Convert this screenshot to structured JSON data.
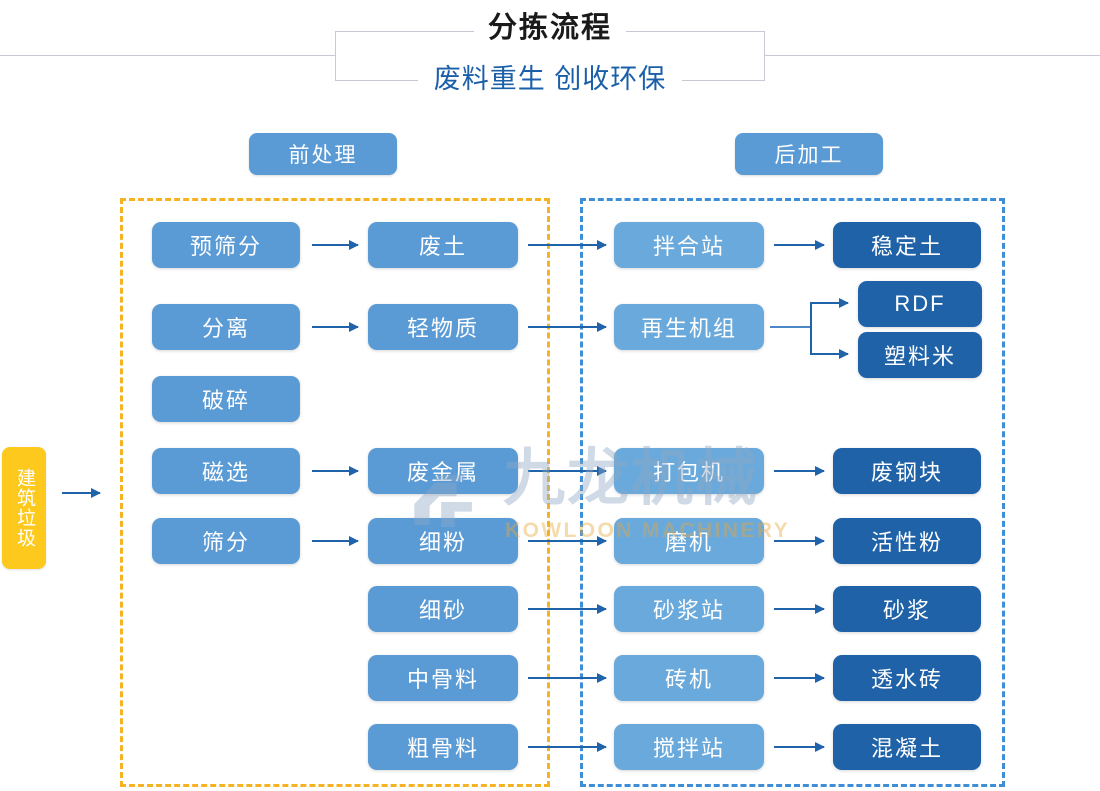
{
  "header": {
    "title": "分拣流程",
    "subtitle": "废料重生 创收环保"
  },
  "stages": [
    {
      "id": "pre",
      "label": "前处理"
    },
    {
      "id": "post",
      "label": "后加工"
    }
  ],
  "input": {
    "label": "建筑垃圾"
  },
  "colors": {
    "mid_blue": "#5b9bd5",
    "light_blue": "#6aa9dc",
    "dark_blue": "#1f62a8",
    "amber": "#fcc91c",
    "arrow": "#1f63ab",
    "zone_pre_border": "#f5b324",
    "zone_post_border": "#3d8ed6",
    "title_sub": "#1a5fa8"
  },
  "nodes": {
    "c1": [
      {
        "label": "预筛分"
      },
      {
        "label": "分离"
      },
      {
        "label": "破碎"
      },
      {
        "label": "磁选"
      },
      {
        "label": "筛分"
      }
    ],
    "c2": [
      {
        "label": "废土"
      },
      {
        "label": "轻物质"
      },
      {
        "label": "废金属"
      },
      {
        "label": "细粉"
      },
      {
        "label": "细砂"
      },
      {
        "label": "中骨料"
      },
      {
        "label": "粗骨料"
      }
    ],
    "c3": [
      {
        "label": "拌合站"
      },
      {
        "label": "再生机组"
      },
      {
        "label": "打包机"
      },
      {
        "label": "磨机"
      },
      {
        "label": "砂浆站"
      },
      {
        "label": "砖机"
      },
      {
        "label": "搅拌站"
      }
    ],
    "c4": [
      {
        "label": "稳定土"
      },
      {
        "label": "RDF"
      },
      {
        "label": "塑料米"
      },
      {
        "label": "废钢块"
      },
      {
        "label": "活性粉"
      },
      {
        "label": "砂浆"
      },
      {
        "label": "透水砖"
      },
      {
        "label": "混凝土"
      }
    ]
  },
  "watermark": {
    "cn": "九龙机械",
    "en": "KOWLOON MACHINERY"
  }
}
